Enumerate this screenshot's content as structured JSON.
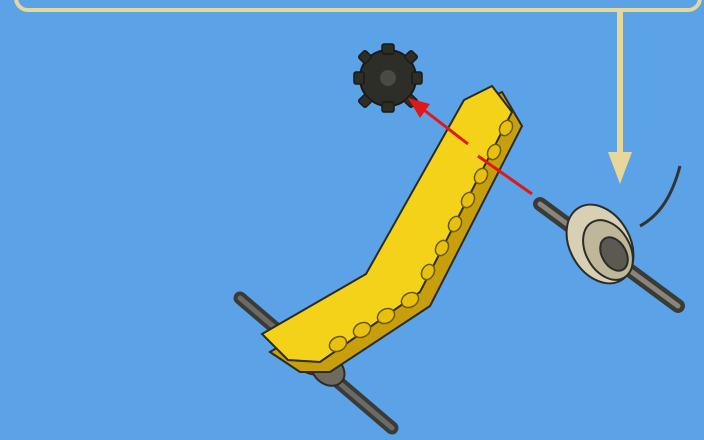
{
  "colors": {
    "background": "#5ba2e6",
    "callout_border": "#e8d79a",
    "callout_arrow": "#e8d79a",
    "beam": "#f5d21a",
    "beam_shadow": "#c79f0c",
    "gear": "#2e2e28",
    "axle": "#4a4a46",
    "bushing": "#8a8470",
    "motor_ring": "#d8d0b4",
    "cable": "#333333",
    "guide_arrow": "#e01818"
  },
  "callout": {
    "text": ""
  },
  "parts": [
    {
      "name": "gear",
      "icon": "black-spur-gear"
    },
    {
      "name": "bent-beam",
      "icon": "yellow-bent-liftarm"
    },
    {
      "name": "axle-with-bushing",
      "icon": "cross-axle"
    },
    {
      "name": "motor-hub",
      "icon": "motor-with-axle"
    }
  ]
}
